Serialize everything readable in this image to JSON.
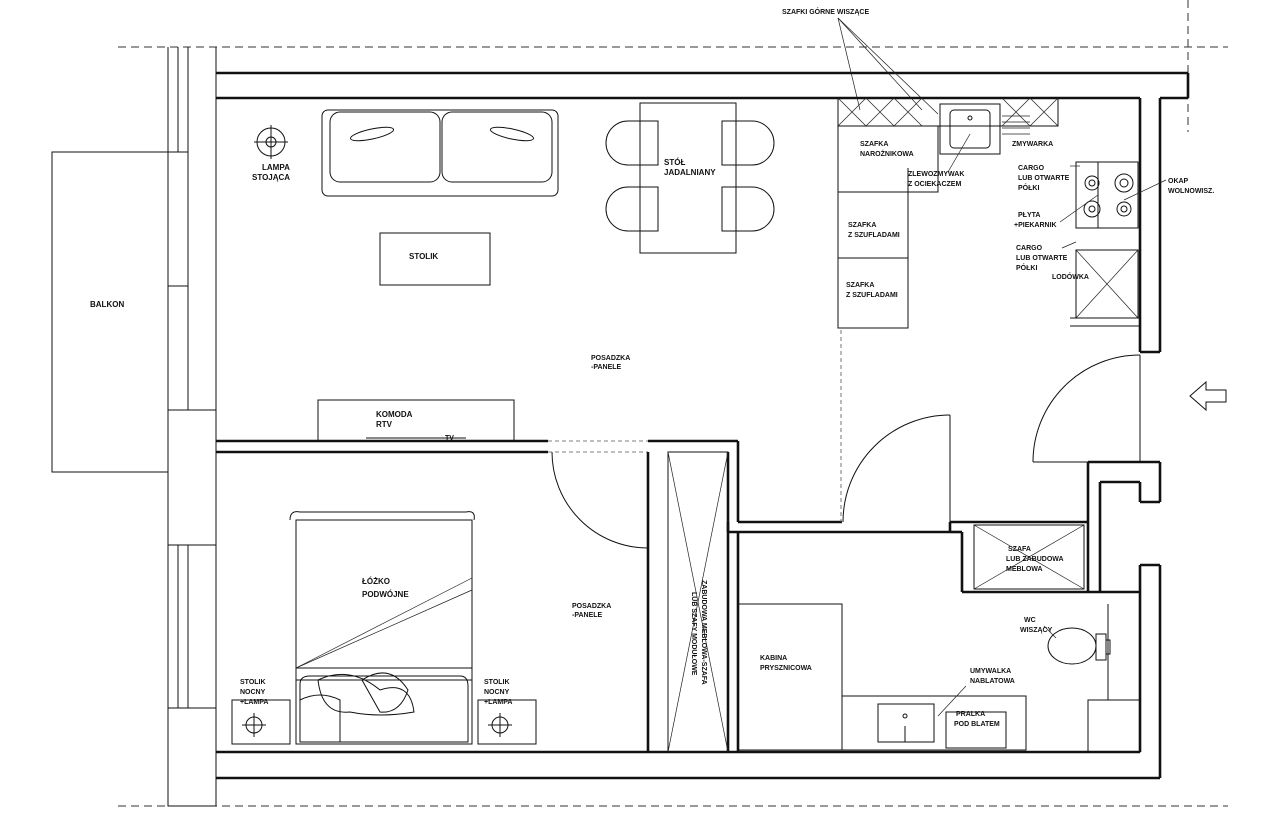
{
  "labels": {
    "balkon": "BALKON",
    "lampa1": "LAMPA",
    "lampa2": "STOJĄCA",
    "stolik": "STOLIK",
    "stol1": "STÓŁ",
    "stol2": "JADALNIANY",
    "posadzka_salon1": "POSADZKA",
    "posadzka_salon2": "-PANELE",
    "komoda1": "KOMODA",
    "komoda2": "RTV",
    "tv": "TV",
    "szafki_gorne": "SZAFKI GÓRNE WISZĄCE",
    "szafka_naroz1": "SZAFKA",
    "szafka_naroz2": "NAROŻNIKOWA",
    "zlew1": "ZLEWOZMYWAK",
    "zlew2": "Z OCIEKACZEM",
    "zmywarka": "ZMYWARKA",
    "cargo_a1": "CARGO",
    "cargo_a2": "LUB OTWARTE",
    "cargo_a3": "PÓŁKI",
    "okap1": "OKAP",
    "okap2": "WOLNOWISZ.",
    "plyta1": "PŁYTA",
    "plyta2": "+PIEKARNIK",
    "szuf1a": "SZAFKA",
    "szuf1b": "Z SZUFLADAMI",
    "cargo_b1": "CARGO",
    "cargo_b2": "LUB OTWARTE",
    "cargo_b3": "PÓŁKI",
    "lodowka": "LODÓWKA",
    "szuf2a": "SZAFKA",
    "szuf2b": "Z SZUFLADAMI",
    "lozko1": "ŁÓŻKO",
    "lozko2": "PODWÓJNE",
    "posadzka_syp1": "POSADZKA",
    "posadzka_syp2": "-PANELE",
    "zabudowa1": "ZABUDOWA MEBLOWA-SZAFA",
    "zabudowa2": "LUB SZAFY MODUŁOWE",
    "szafa1": "SZAFA",
    "szafa2": "LUB ZABUDOWA",
    "szafa3": "MEBLOWA",
    "wc1": "WC",
    "wc2": "WISZĄCY",
    "kabina1": "KABINA",
    "kabina2": "PRYSZNICOWA",
    "umywalka1": "UMYWALKA",
    "umywalka2": "NABLATOWA",
    "pralka1": "PRALKA",
    "pralka2": "POD BLATEM",
    "stolik_l1": "STOLIK",
    "stolik_l2": "NOCNY",
    "stolik_l3": "+LAMPA",
    "stolik_r1": "STOLIK",
    "stolik_r2": "NOCNY",
    "stolik_r3": "+LAMPA"
  },
  "icons": {
    "entrance": "arrow-left-outline-icon"
  }
}
